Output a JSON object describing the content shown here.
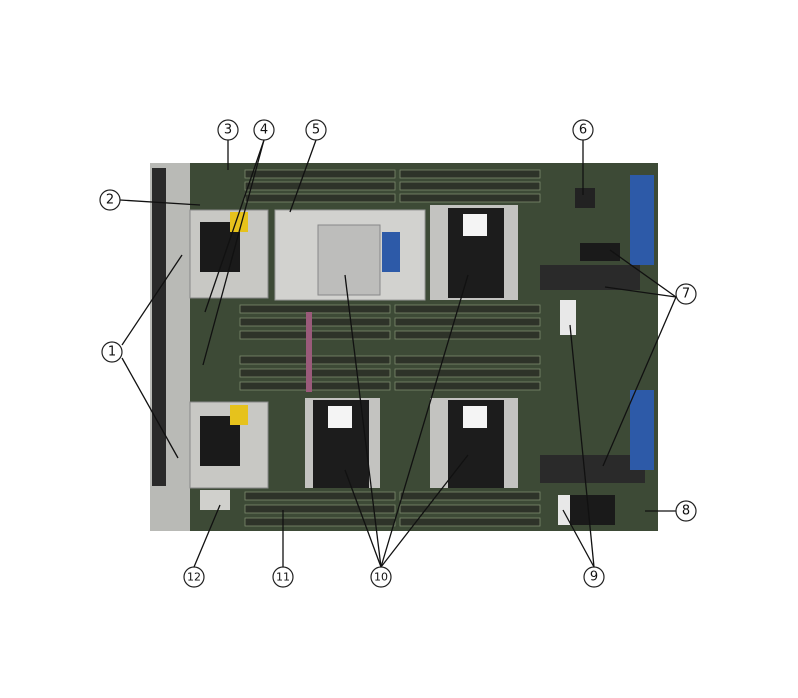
{
  "figure": {
    "subject": "server-blade-motherboard",
    "callouts": [
      {
        "label": "1"
      },
      {
        "label": "2"
      },
      {
        "label": "3"
      },
      {
        "label": "4"
      },
      {
        "label": "5"
      },
      {
        "label": "6"
      },
      {
        "label": "7"
      },
      {
        "label": "8"
      },
      {
        "label": "9"
      },
      {
        "label": "10"
      },
      {
        "label": "11"
      },
      {
        "label": "12"
      }
    ],
    "colors": {
      "board": "#3d4a36",
      "dimm": "#2e3329",
      "heatsink": "#c9c9c6",
      "latch": "#2d5aa8",
      "cpu_cover": "#1c1c1c"
    }
  }
}
